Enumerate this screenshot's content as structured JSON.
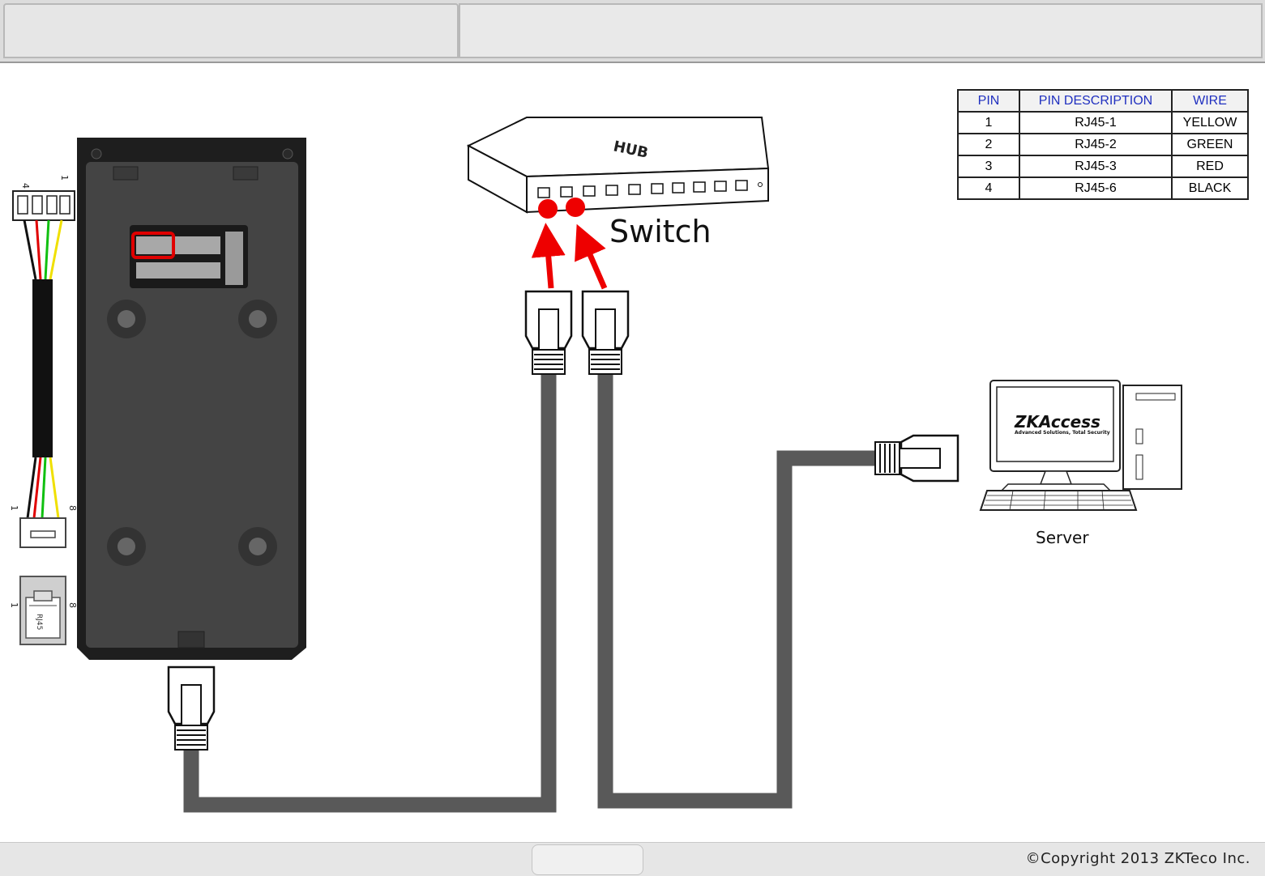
{
  "header": {
    "left_tab": "",
    "right_tab": ""
  },
  "footer": {
    "page_number": "",
    "copyright": "©Copyright 2013 ZKTeco Inc."
  },
  "labels": {
    "switch": "Switch",
    "server": "Server",
    "hub": "HUB",
    "rj45_port": "RJ45"
  },
  "connector_pins": {
    "top_left": "4",
    "top_right": "1",
    "mid_left": "1",
    "mid_right": "8",
    "bottom_left": "1",
    "bottom_right": "8"
  },
  "logo": {
    "name": "ZKAccess",
    "tagline": "Advanced Solutions, Total Security"
  },
  "pin_table": {
    "headers": [
      "PIN",
      "PIN DESCRIPTION",
      "WIRE"
    ],
    "rows": [
      {
        "pin": "1",
        "desc": "RJ45-1",
        "wire": "YELLOW"
      },
      {
        "pin": "2",
        "desc": "RJ45-2",
        "wire": "GREEN"
      },
      {
        "pin": "3",
        "desc": "RJ45-3",
        "wire": "RED"
      },
      {
        "pin": "4",
        "desc": "RJ45-6",
        "wire": "BLACK"
      }
    ]
  },
  "colors": {
    "cable": "#595959",
    "arrow": "#ee0000",
    "highlight": "#e00000",
    "device": "#3a3a3a"
  }
}
